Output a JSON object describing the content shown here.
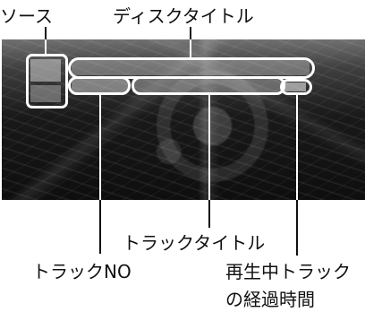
{
  "labels": {
    "source": "ソース",
    "disc_title": "ディスクタイトル",
    "track_title": "トラックタイトル",
    "track_no": "トラックNO",
    "elapsed_time_line1": "再生中トラック",
    "elapsed_time_line2": "の経過時間"
  }
}
